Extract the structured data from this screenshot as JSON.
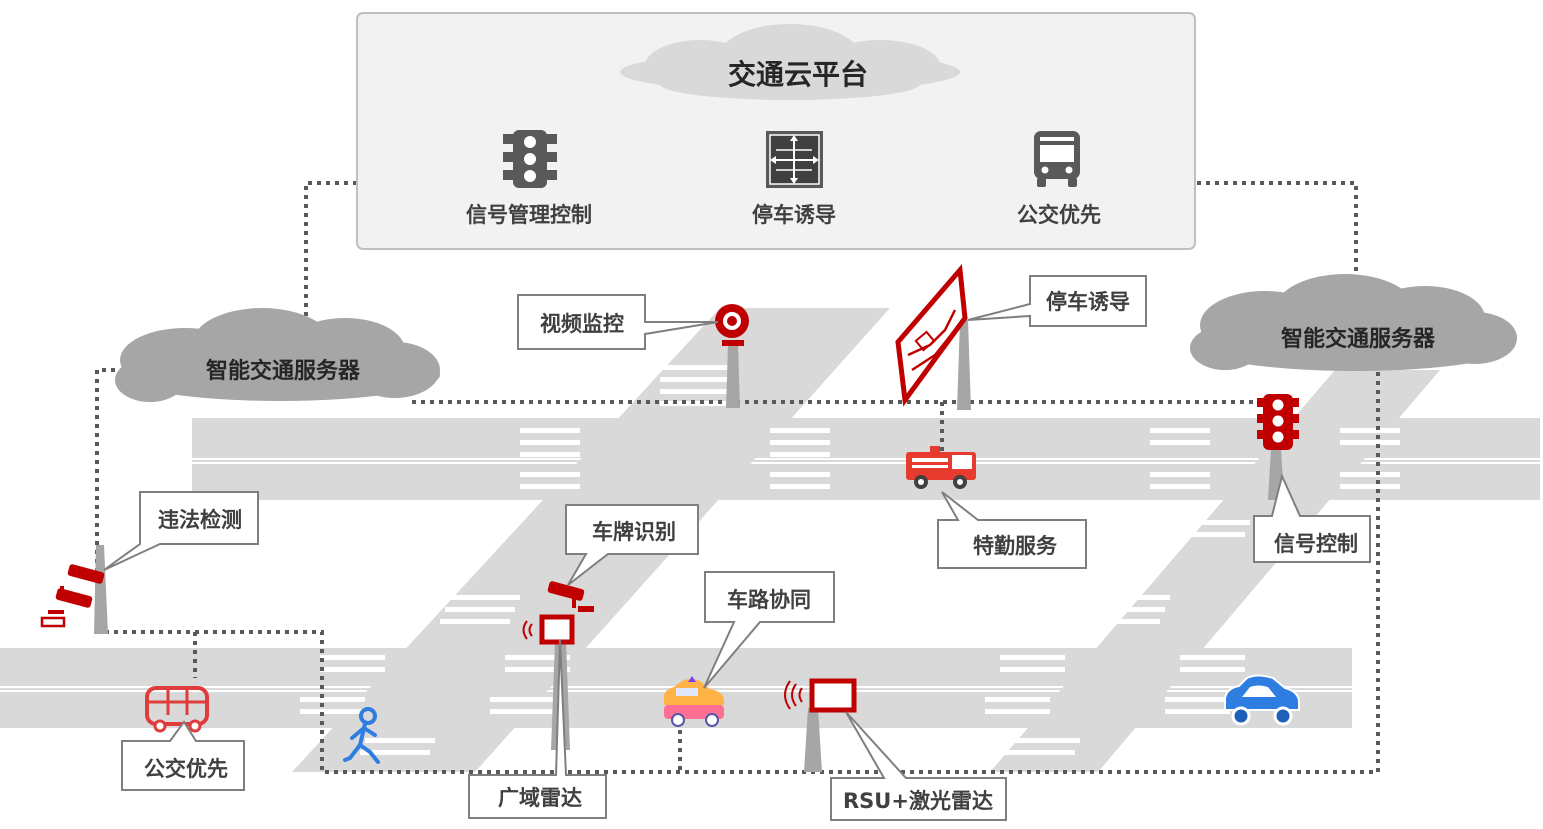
{
  "platform": {
    "title": "交通云平台",
    "services": [
      {
        "label": "信号管理控制",
        "icon": "traffic-light-icon"
      },
      {
        "label": "停车诱导",
        "icon": "crossroad-icon"
      },
      {
        "label": "公交优先",
        "icon": "bus-icon"
      }
    ]
  },
  "servers": {
    "left": "智能交通服务器",
    "right": "智能交通服务器"
  },
  "callouts": {
    "video": "视频监控",
    "parking": "停车诱导",
    "violation": "违法检测",
    "plate": "车牌识别",
    "special": "特勤服务",
    "signal": "信号控制",
    "v2x": "车路协同",
    "bus": "公交优先",
    "radar": "广域雷达",
    "rsu": "RSU+激光雷达"
  },
  "colors": {
    "road": "#d9d9d9",
    "accent_red": "#c00000",
    "dotted_line": "#595959",
    "cloud": "#a6a6a6",
    "callout_border": "#7f7f7f",
    "blue_car": "#2e7de1"
  }
}
